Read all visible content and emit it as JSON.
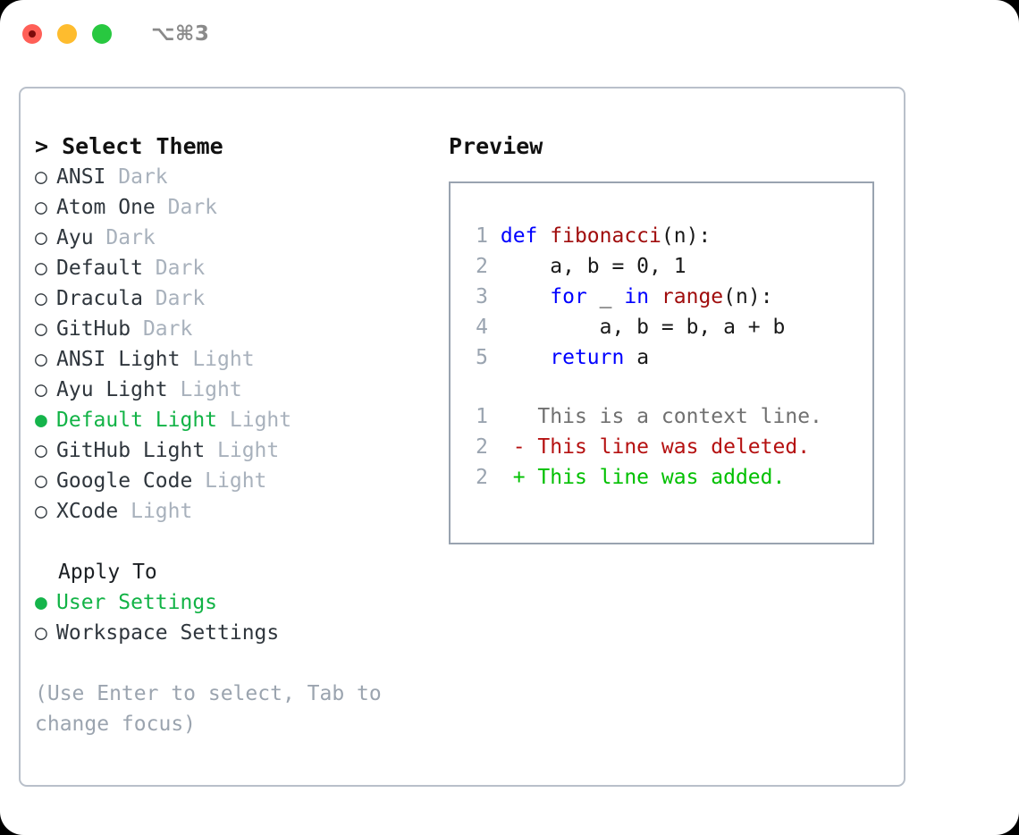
{
  "window": {
    "title": "⌥⌘3",
    "traffic_lights": [
      {
        "name": "close",
        "color": "#ff5f57"
      },
      {
        "name": "minimize",
        "color": "#febc2e"
      },
      {
        "name": "zoom",
        "color": "#28c840"
      }
    ]
  },
  "theme_list": {
    "header": "> Select Theme",
    "bullet_selected": "●",
    "bullet_unselected": "○",
    "items": [
      {
        "bullet": "○",
        "name": "ANSI",
        "variant": "Dark",
        "selected": false
      },
      {
        "bullet": "○",
        "name": "Atom One",
        "variant": "Dark",
        "selected": false
      },
      {
        "bullet": "○",
        "name": "Ayu",
        "variant": "Dark",
        "selected": false
      },
      {
        "bullet": "○",
        "name": "Default",
        "variant": "Dark",
        "selected": false
      },
      {
        "bullet": "○",
        "name": "Dracula",
        "variant": "Dark",
        "selected": false
      },
      {
        "bullet": "○",
        "name": "GitHub",
        "variant": "Dark",
        "selected": false
      },
      {
        "bullet": "○",
        "name": "ANSI Light",
        "variant": "Light",
        "selected": false
      },
      {
        "bullet": "○",
        "name": "Ayu Light",
        "variant": "Light",
        "selected": false
      },
      {
        "bullet": "●",
        "name": "Default Light",
        "variant": "Light",
        "selected": true
      },
      {
        "bullet": "○",
        "name": "GitHub Light",
        "variant": "Light",
        "selected": false
      },
      {
        "bullet": "○",
        "name": "Google Code",
        "variant": "Light",
        "selected": false
      },
      {
        "bullet": "○",
        "name": "XCode",
        "variant": "Light",
        "selected": false
      }
    ]
  },
  "apply_to": {
    "label": "Apply To",
    "items": [
      {
        "bullet": "●",
        "name": "User Settings",
        "selected": true
      },
      {
        "bullet": "○",
        "name": "Workspace Settings",
        "selected": false
      }
    ]
  },
  "hint": "(Use Enter to select, Tab to change focus)",
  "preview": {
    "title": "Preview",
    "code_lines": [
      {
        "num": "1",
        "tokens": [
          {
            "t": "def ",
            "c": "kw"
          },
          {
            "t": "fibonacci",
            "c": "fn"
          },
          {
            "t": "(n):",
            "c": "pl"
          }
        ]
      },
      {
        "num": "2",
        "tokens": [
          {
            "t": "    a, b = 0, 1",
            "c": "pl"
          }
        ]
      },
      {
        "num": "3",
        "tokens": [
          {
            "t": "    ",
            "c": "pl"
          },
          {
            "t": "for",
            "c": "kw"
          },
          {
            "t": " _ ",
            "c": "pl"
          },
          {
            "t": "in",
            "c": "kw"
          },
          {
            "t": " ",
            "c": "pl"
          },
          {
            "t": "range",
            "c": "fn"
          },
          {
            "t": "(n):",
            "c": "pl"
          }
        ]
      },
      {
        "num": "4",
        "tokens": [
          {
            "t": "        a, b = b, a + b",
            "c": "pl"
          }
        ]
      },
      {
        "num": "5",
        "tokens": [
          {
            "t": "    ",
            "c": "pl"
          },
          {
            "t": "return",
            "c": "kw"
          },
          {
            "t": " a",
            "c": "pl"
          }
        ]
      }
    ],
    "diff_lines": [
      {
        "num": "1",
        "marker": " ",
        "text": "  This is a context line.",
        "kind": "diff-ctx"
      },
      {
        "num": "2",
        "marker": " ",
        "text": "- This line was deleted.",
        "kind": "diff-del"
      },
      {
        "num": "2",
        "marker": " ",
        "text": "+ This line was added.",
        "kind": "diff-add"
      }
    ]
  },
  "colors": {
    "accent_green": "#12b346",
    "keyword_blue": "#0000ff",
    "function_red": "#a00d0d",
    "diff_delete": "#b51010",
    "diff_add": "#00c000",
    "muted_gray": "#a8b1bc"
  }
}
